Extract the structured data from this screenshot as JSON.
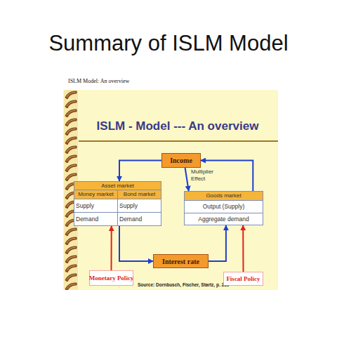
{
  "diagram": {
    "title": "Summary of ISLM Model",
    "nodes": [
      {
        "text": [
          "Income"
        ]
      },
      {
        "text": [
          "Asset market"
        ]
      },
      {
        "text": [
          "Money market",
          "Supply",
          "Demand"
        ],
        "in": 1
      },
      {
        "text": [
          "Bond market",
          "Supply",
          "Demand"
        ],
        "in": 1
      },
      {
        "text": [
          "Goods market",
          "Output (Supply)",
          "Aggregate demand"
        ]
      },
      {
        "text": [
          "Interest rate"
        ]
      },
      {
        "text": [
          "Monetary Policy"
        ]
      },
      {
        "text": [
          "Fiscal Policy"
        ]
      }
    ],
    "edges": [
      {
        "from": 0,
        "to": 1,
        "arrow": "to"
      },
      {
        "from": 4,
        "to": 0,
        "arrow": "to"
      },
      {
        "from": 0,
        "to": 4,
        "label": "Multiplier Effect",
        "arrow": "to"
      },
      {
        "from": 1,
        "to": 5,
        "arrow": "to"
      },
      {
        "from": 5,
        "to": 4,
        "arrow": "to"
      },
      {
        "from": 6,
        "to": 1,
        "arrow": "to"
      },
      {
        "from": 7,
        "to": 4,
        "arrow": "to"
      }
    ],
    "labels": [
      "ISLM Model: An overview",
      "ISLM - Model --- An overview",
      "Source: Dornbusch, Fischer, Startz, p. 216"
    ]
  }
}
